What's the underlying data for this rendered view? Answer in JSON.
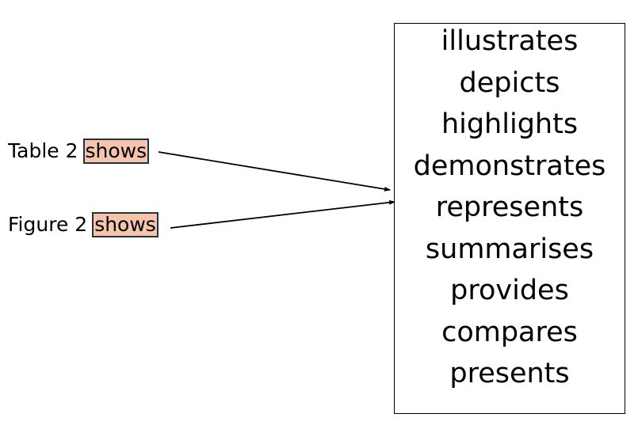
{
  "phrases": [
    {
      "prefix": "Table 2",
      "highlight": "shows"
    },
    {
      "prefix": "Figure 2",
      "highlight": "shows"
    }
  ],
  "synonyms": [
    "illustrates",
    "depicts",
    "highlights",
    "demonstrates",
    "represents",
    "summarises",
    "provides",
    "compares",
    "presents"
  ],
  "colors": {
    "highlight_fill": "#f6c4ab",
    "highlight_border": "#1f3345",
    "line": "#000000"
  }
}
